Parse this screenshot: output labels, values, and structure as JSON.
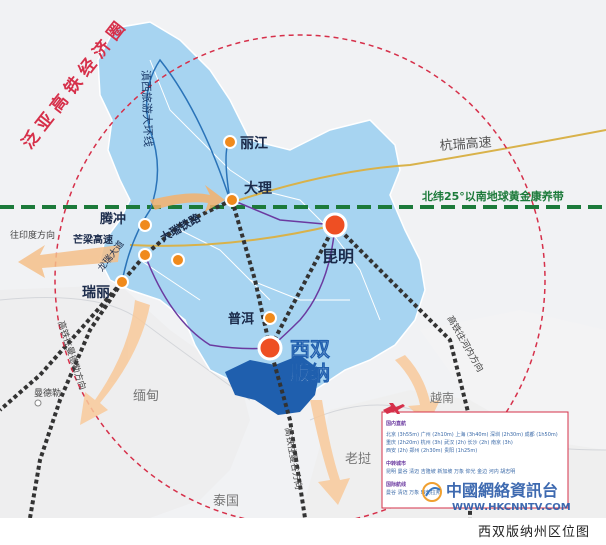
{
  "labels": {
    "circle_title": "泛亚高铁经济圈",
    "lijiang": "丽江",
    "dali": "大理",
    "kunming": "昆明",
    "tengchong": "腾冲",
    "ruili": "瑞丽",
    "puer": "普洱",
    "xishuangbanna_1": "西双",
    "xishuangbanna_2": "版纳",
    "myanmar": "缅甸",
    "laos": "老挝",
    "vietnam": "越南",
    "thailand": "泰国",
    "mandalay": "曼德勒",
    "hangrui": "杭瑞高速",
    "dianxi_loop": "滇西旅游大环线",
    "dabao_rail": "大瑞铁路",
    "mangliang": "芒梁高速",
    "longrui": "龙瑞大道",
    "india_dir": "往印度方向",
    "mandalay_rail": "高铁往曼德勒方向",
    "vientiane_rail": "高铁往曼谷方向",
    "hanoi_rail": "高铁往河内方向",
    "golden_belt": "北纬25°以南地球黄金康养带"
  },
  "info_box": {
    "title": "国内直航",
    "lines": [
      "北京 (3h55m) 广州 (2h10m) 上海 (3h40m) 深圳 (2h30m) 成都 (1h50m)",
      "重庆 (2h20m) 杭州 (3h) 武汉 (2h) 长沙 (2h) 南京 (3h)",
      "西安 (2h) 郑州 (2h30m) 贵阳 (1h25m)"
    ],
    "section_cities": "中转城市",
    "cities_line": "昆明 曼谷 清迈 吉隆坡 新加坡 万象 仰光 金边 河内 胡志明",
    "section_intl": "国际航线",
    "intl_line": "曼谷 清迈 万象 琅勃拉邦"
  },
  "watermark": {
    "cn": "中國網絡資訊台",
    "url": "WWW.HKCNNTV.COM"
  },
  "caption": "西双版纳州区位图",
  "colors": {
    "province_fill": "#a7d4f1",
    "banna_fill": "#1f5fae",
    "circle": "#d6304a",
    "rail": "#333333",
    "golden_belt": "#1c7a3a",
    "city_dot": "#f08a1c",
    "big_city_dot": "#ee4f23",
    "hangrui_line": "#d9b24a"
  }
}
